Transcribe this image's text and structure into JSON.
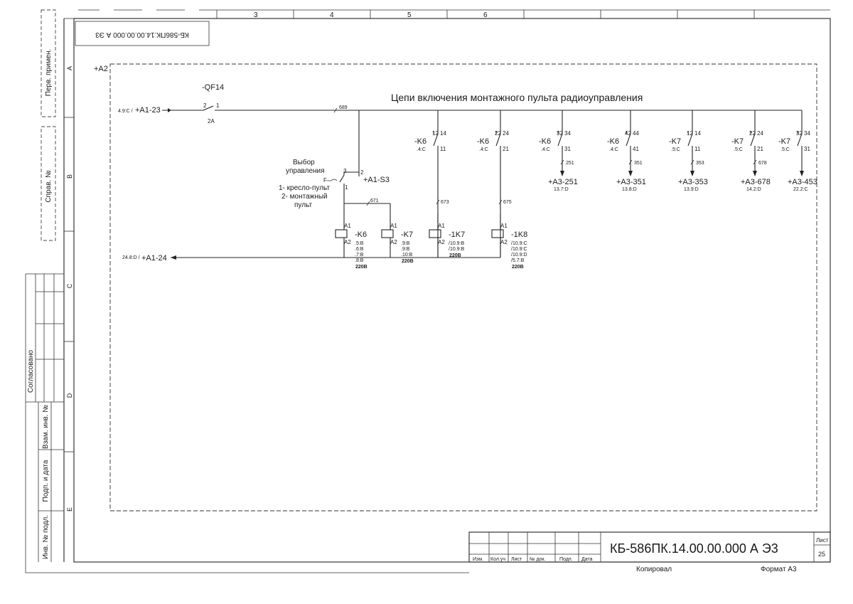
{
  "column_numbers": [
    "3",
    "4",
    "5",
    "6"
  ],
  "row_letters": [
    "A",
    "B",
    "C",
    "D",
    "E"
  ],
  "mirrored_code": "КБ-586ПК.14.00.00.000 А Э3",
  "left_stamp": {
    "perv_primen": "Перв. примен.",
    "sprav_no": "Справ. №",
    "soglasovano": "Согласовано",
    "vzam_inv": "Взам. инв. №",
    "podp_data": "Подп. и дата",
    "inv_podl": "Инв. № подл."
  },
  "diagram": {
    "zone_label": "+A2",
    "title": "Цепи включения монтажного пульта радиоуправления",
    "breaker": {
      "name": "-QF14",
      "rating": "2A",
      "pin_in": "2",
      "pin_out": "1"
    },
    "wire_in": {
      "ref": "4.9:C /",
      "label": "+A1-23"
    },
    "wire_out": {
      "ref": "24.8:D /",
      "label": "+A1-24"
    },
    "wire_689": "689",
    "selector": {
      "title": [
        "Выбор",
        "управления"
      ],
      "options": [
        "1- кресло-пульт",
        "2- монтажный",
        "пульт"
      ],
      "symbol": "F",
      "name": "+A1-S3",
      "pins": [
        "3",
        "2",
        "1"
      ]
    },
    "wire_671": "671",
    "wire_673": "673",
    "wire_675": "675",
    "contacts": [
      {
        "name": "-K6",
        "ref": ".4:C",
        "top": "12",
        "right": "14",
        "bottom": "11"
      },
      {
        "name": "-K6",
        "ref": ".4:C",
        "top": "22",
        "right": "24",
        "bottom": "21"
      },
      {
        "name": "-K6",
        "ref": ".4:C",
        "top": "32",
        "right": "34",
        "bottom": "31",
        "wire": "251",
        "dest": "+A3-251",
        "dest_ref": "13.7:D"
      },
      {
        "name": "-K6",
        "ref": ".4:C",
        "top": "42",
        "right": "44",
        "bottom": "41",
        "wire": "351",
        "dest": "+A3-351",
        "dest_ref": "13.8:D"
      },
      {
        "name": "-K7",
        "ref": ".5:C",
        "top": "12",
        "right": "14",
        "bottom": "11",
        "wire": "353",
        "dest": "+A3-353",
        "dest_ref": "13.9:D"
      },
      {
        "name": "-K7",
        "ref": ".5:C",
        "top": "22",
        "right": "24",
        "bottom": "21",
        "wire": "678",
        "dest": "+A3-678",
        "dest_ref": "14.2:D"
      },
      {
        "name": "-K7",
        "ref": ".5:C",
        "top": "32",
        "right": "34",
        "bottom": "31",
        "dest": "+A3-453",
        "dest_ref": "22.2:C"
      }
    ],
    "coils": [
      {
        "name": "-K6",
        "a1": "A1",
        "a2": "A2",
        "refs": [
          ".5:B",
          ".6:B",
          ".7:B",
          ".8:B"
        ],
        "voltage": "220В"
      },
      {
        "name": "-K7",
        "a1": "A1",
        "a2": "A2",
        "refs": [
          ".9:B",
          ".9:B",
          ".10:B"
        ],
        "voltage": "220В"
      },
      {
        "name": "-1K7",
        "a1": "A1",
        "a2": "A2",
        "refs": [
          "/10.9:B",
          "/10.9:B"
        ],
        "voltage": "220В"
      },
      {
        "name": "-1K8",
        "a1": "A1",
        "a2": "A2",
        "refs": [
          "/10.9:C",
          "/10.9:C",
          "/10.9:D",
          "/5.7:B"
        ],
        "voltage": "220В"
      }
    ]
  },
  "title_block": {
    "doc_code": "КБ-586ПК.14.00.00.000 А Э3",
    "sheet_label": "Лист",
    "sheet_no": "25",
    "cols": [
      "Изм.",
      "Кол.уч",
      "Лист",
      "№ док.",
      "Подп.",
      "Дата"
    ],
    "copied": "Копировал",
    "format": "Формат  А3"
  }
}
